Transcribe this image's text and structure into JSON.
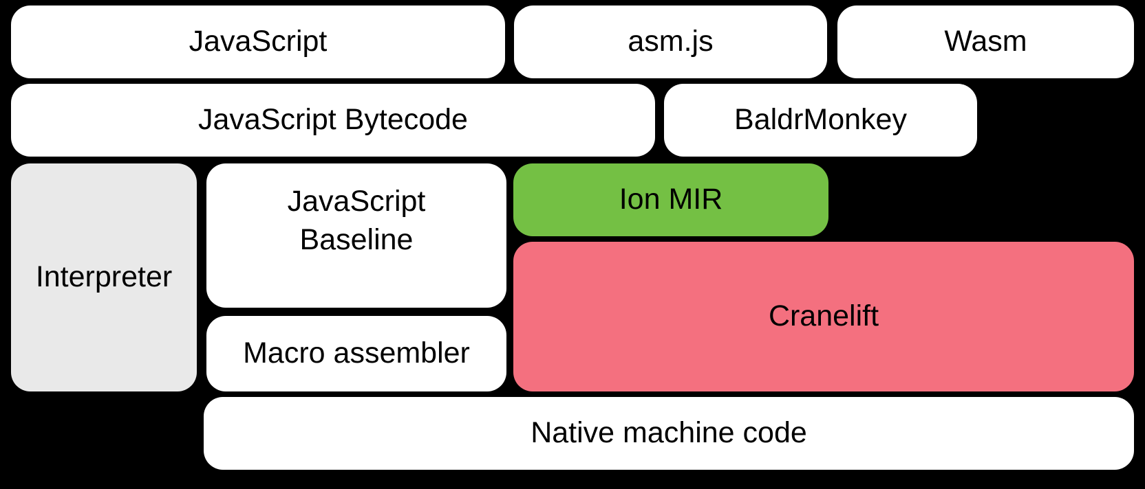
{
  "colors": {
    "background": "#000000",
    "box_white": "#ffffff",
    "interpreter_gray": "#e9e9e9",
    "ion_green": "#74c044",
    "cranelift_pink": "#f4707f",
    "text": "#000000"
  },
  "boxes": {
    "javascript": {
      "label": "JavaScript"
    },
    "asm_js": {
      "label": "asm.js"
    },
    "wasm": {
      "label": "Wasm"
    },
    "javascript_bytecode": {
      "label": "JavaScript Bytecode"
    },
    "baldrmonkey": {
      "label": "BaldrMonkey"
    },
    "interpreter": {
      "label": "Interpreter"
    },
    "javascript_baseline": {
      "line1": "JavaScript",
      "line2": "Baseline"
    },
    "ion_mir": {
      "label": "Ion MIR"
    },
    "cranelift": {
      "label": "Cranelift"
    },
    "macro_assembler": {
      "label": "Macro assembler"
    },
    "native_machine_code": {
      "label": "Native machine code"
    }
  }
}
